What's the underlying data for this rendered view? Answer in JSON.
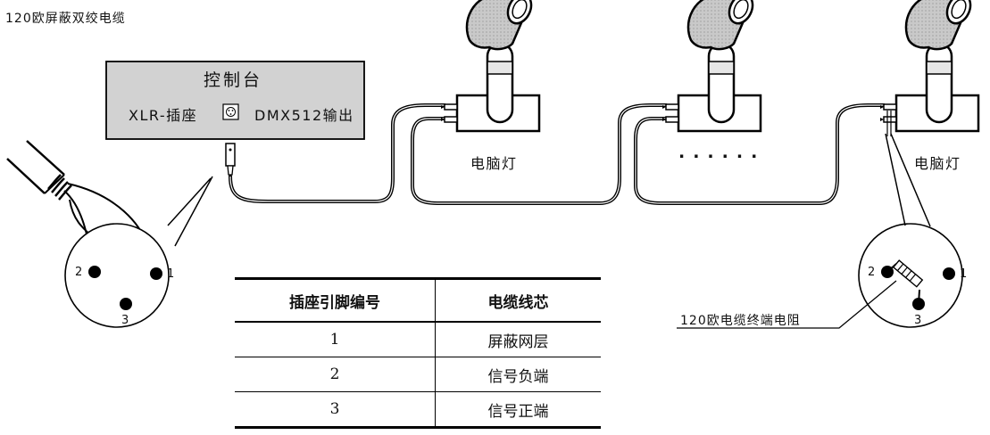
{
  "cable_caption": "120欧屏蔽双绞电缆",
  "console": {
    "title": "控制台",
    "xlr_label": "XLR-插座",
    "output_label": "DMX512输出"
  },
  "fixtures": {
    "label_1": "电脑灯",
    "ellipsis": "......",
    "label_2": "电脑灯"
  },
  "left_connector": {
    "pin1": "1",
    "pin2": "2",
    "pin3": "3"
  },
  "right_connector": {
    "pin1": "1",
    "pin2": "2",
    "pin3": "3"
  },
  "terminator_label": "120欧电缆终端电阻",
  "pin_table": {
    "headers": [
      "插座引脚编号",
      "电缆线芯"
    ],
    "rows": [
      [
        "1",
        "屏蔽网层"
      ],
      [
        "2",
        "信号负端"
      ],
      [
        "3",
        "信号正端"
      ]
    ]
  }
}
